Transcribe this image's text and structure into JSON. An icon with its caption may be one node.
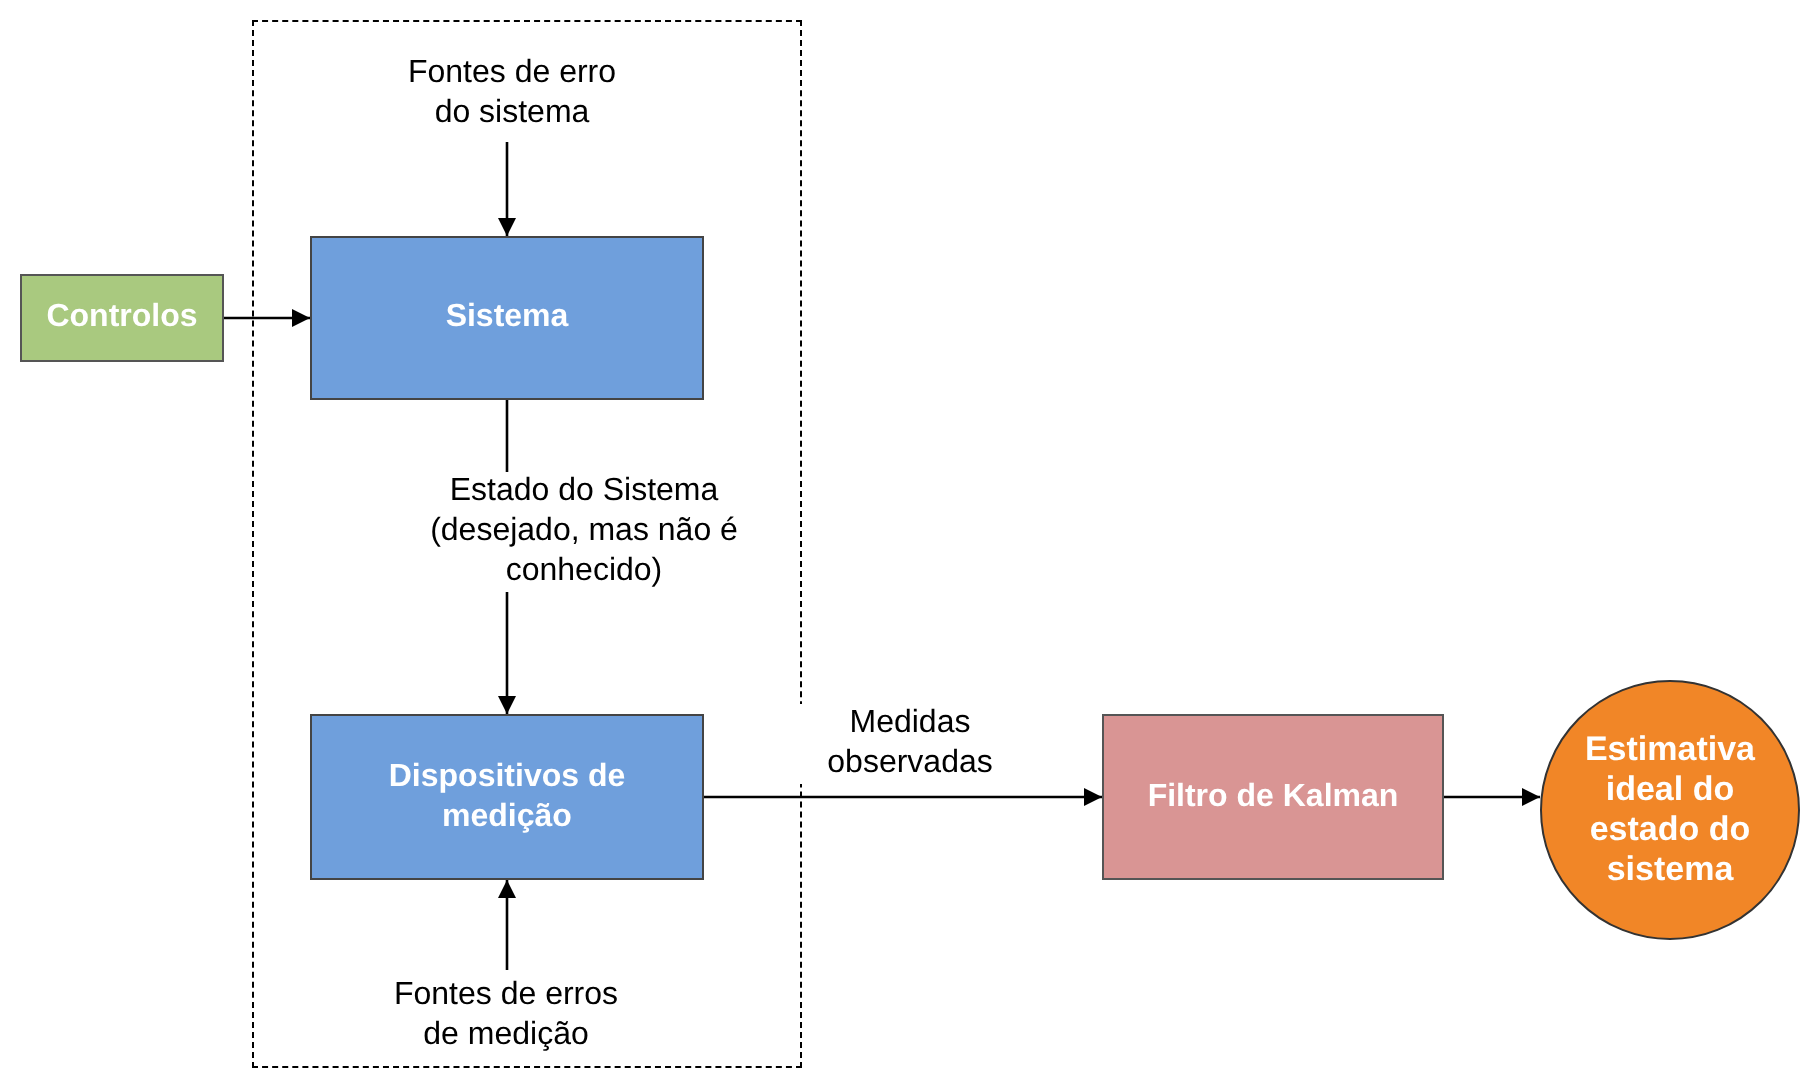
{
  "diagram": {
    "nodes": [
      {
        "text": [],
        "shape": "box"
      },
      {
        "text": [
          "Controlos"
        ]
      },
      {
        "text": [
          "Fontes de erro do sistema"
        ],
        "in": 0
      },
      {
        "text": [
          "Sistema"
        ],
        "in": 0
      },
      {
        "text": [
          "Dispositivos de medição"
        ],
        "in": 0
      },
      {
        "text": [
          "Fontes de erros de medição"
        ],
        "in": 0
      },
      {
        "text": [
          "Filtro de Kalman"
        ]
      },
      {
        "text": [
          "Estimativa ideal do estado do sistema"
        ]
      }
    ],
    "edges": [
      {
        "from": 1,
        "to": 3,
        "arrow": "to"
      },
      {
        "from": 2,
        "to": 3,
        "arrow": "to"
      },
      {
        "from": 3,
        "to": 4,
        "arrow": "to",
        "label": "Estado do Sistema (desejado, mas não é conhecido)"
      },
      {
        "from": 5,
        "to": 4,
        "arrow": "to"
      },
      {
        "from": 4,
        "to": 6,
        "arrow": "to",
        "label": "Medidas observadas"
      },
      {
        "from": 6,
        "to": 7,
        "arrow": "to"
      }
    ]
  }
}
